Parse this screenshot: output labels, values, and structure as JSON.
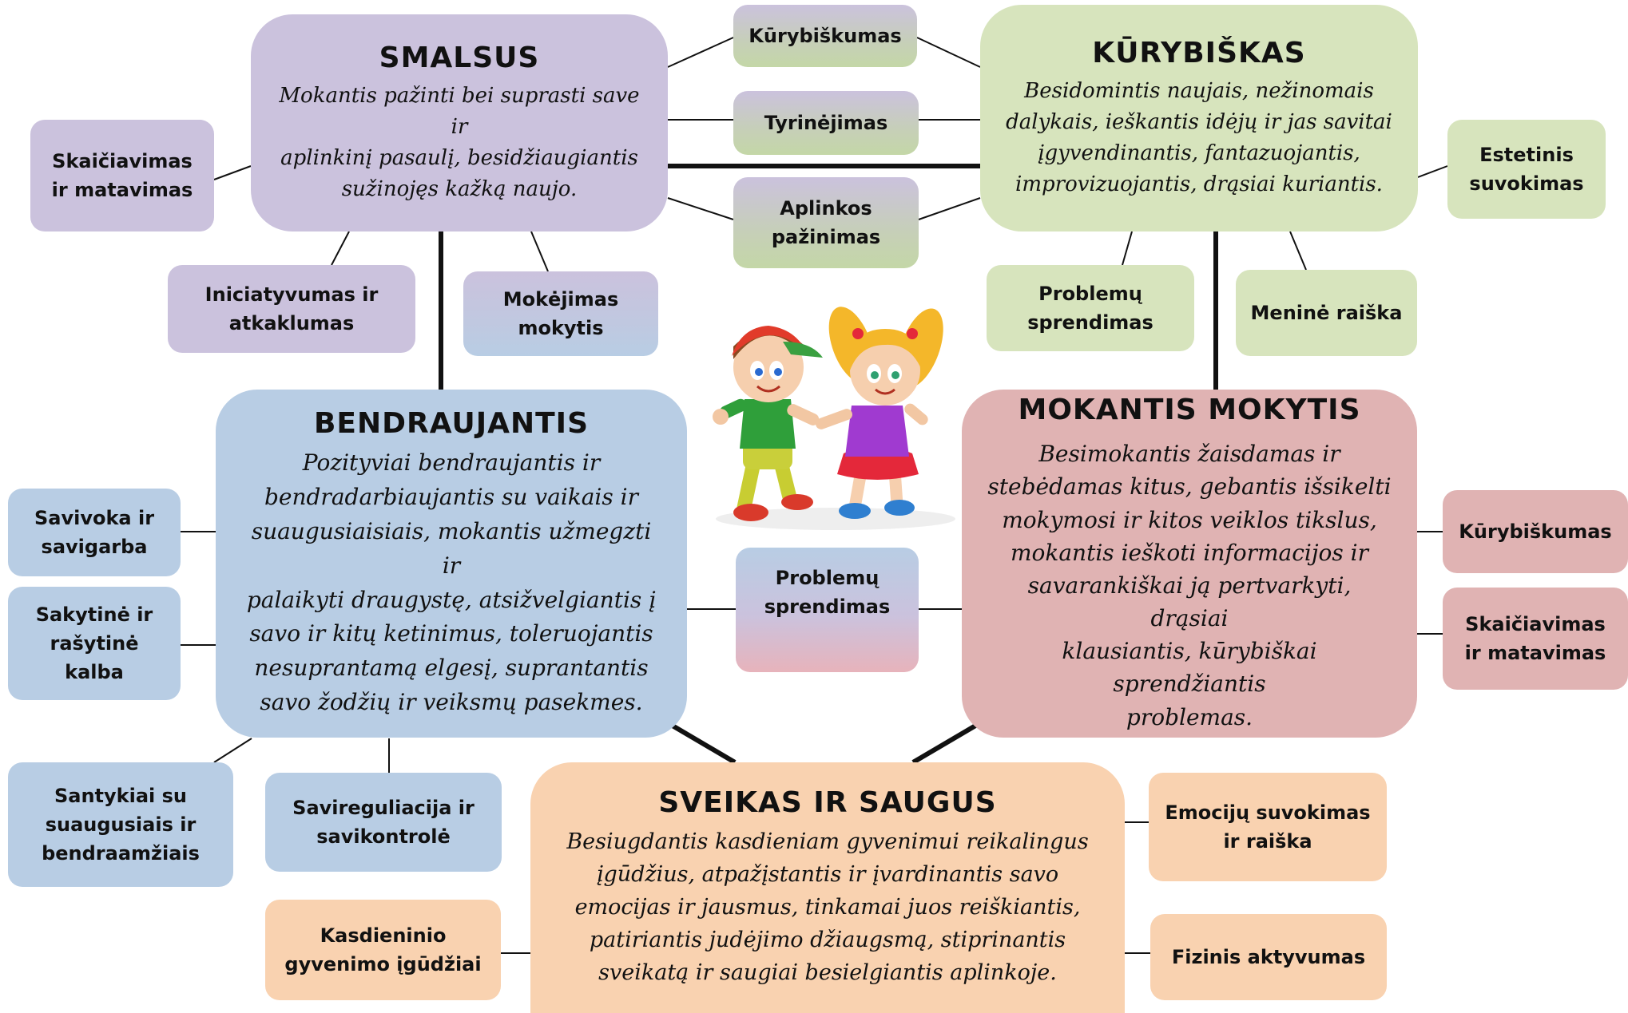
{
  "main": {
    "smalsus": {
      "title": "SMALSUS",
      "desc": [
        "Mokantis pažinti bei suprasti save ir",
        "aplinkinį pasaulį, besidžiaugiantis",
        "sužinojęs kažką naujo."
      ]
    },
    "kurybiskas": {
      "title": "KŪRYBIŠKAS",
      "desc": [
        "Besidomintis naujais, nežinomais",
        "dalykais, ieškantis idėjų ir jas savitai",
        "įgyvendinantis, fantazuojantis,",
        "improvizuojantis, drąsiai kuriantis."
      ]
    },
    "bendraujantis": {
      "title": "BENDRAUJANTIS",
      "desc": [
        "Pozityviai bendraujantis ir",
        "bendradarbiaujantis su vaikais ir",
        "suaugusiaisiais, mokantis užmegzti ir",
        "palaikyti draugystę, atsižvelgiantis į",
        "savo ir kitų ketinimus, toleruojantis",
        "nesuprantamą elgesį, suprantantis",
        "savo žodžių ir veiksmų pasekmes."
      ]
    },
    "mokantis": {
      "title": "MOKANTIS MOKYTIS",
      "desc": [
        "Besimokantis žaisdamas ir",
        "stebėdamas kitus, gebantis išsikelti",
        "mokymosi ir kitos veiklos tikslus,",
        "mokantis ieškoti informacijos ir",
        "savarankiškai ją pertvarkyti, drąsiai",
        "klausiantis, kūrybiškai sprendžiantis",
        "problemas."
      ]
    },
    "sveikas": {
      "title": "SVEIKAS IR SAUGUS",
      "desc": [
        "Besiugdantis kasdieniam gyvenimui reikalingus",
        "įgūdžius, atpažįstantis ir įvardinantis savo",
        "emocijas ir jausmus, tinkamai juos reiškiantis,",
        "patiriantis judėjimo džiaugsmą, stiprinantis",
        "sveikatą ir saugiai besielgiantis aplinkoje."
      ]
    }
  },
  "skills": {
    "kurybiskumas_top": [
      "Kūrybiškumas"
    ],
    "tyrinejimas": [
      "Tyrinėjimas"
    ],
    "aplinkos": [
      "Aplinkos",
      "pažinimas"
    ],
    "skaiciavimas_left": [
      "Skaičiavimas",
      "ir matavimas"
    ],
    "iniciatyvumas": [
      "Iniciatyvumas ir",
      "atkaklumas"
    ],
    "mokejimas": [
      "Mokėjimas",
      "mokytis"
    ],
    "estetinis": [
      "Estetinis",
      "suvokimas"
    ],
    "problemu_green": [
      "Problemų",
      "sprendimas"
    ],
    "menine": [
      "Meninė raiška"
    ],
    "savivoka": [
      "Savivoka ir",
      "savigarba"
    ],
    "sakytine": [
      "Sakytinė ir",
      "rašytinė",
      "kalba"
    ],
    "problemu_center": [
      "Problemų",
      "sprendimas"
    ],
    "kurybiskumas_right": [
      "Kūrybiškumas"
    ],
    "skaiciavimas_right": [
      "Skaičiavimas",
      "ir matavimas"
    ],
    "santykiai": [
      "Santykiai su",
      "suaugusiais ir",
      "bendraamžiais"
    ],
    "savireguliacija": [
      "Savireguliacija ir",
      "savikontrolė"
    ],
    "emociju": [
      "Emocijų suvokimas",
      "ir raiška"
    ],
    "kasdieninio": [
      "Kasdieninio",
      "gyvenimo įgūdžiai"
    ],
    "fizinis": [
      "Fizinis aktyvumas"
    ]
  },
  "colors": {
    "purple": "#cbc2dd",
    "green": "#d7e4bd",
    "blue": "#b8cde4",
    "pink": "#e0b3b3",
    "peach": "#f9d2b0",
    "line": "#111111"
  },
  "illustration": "two-children-walking-holding-hands"
}
